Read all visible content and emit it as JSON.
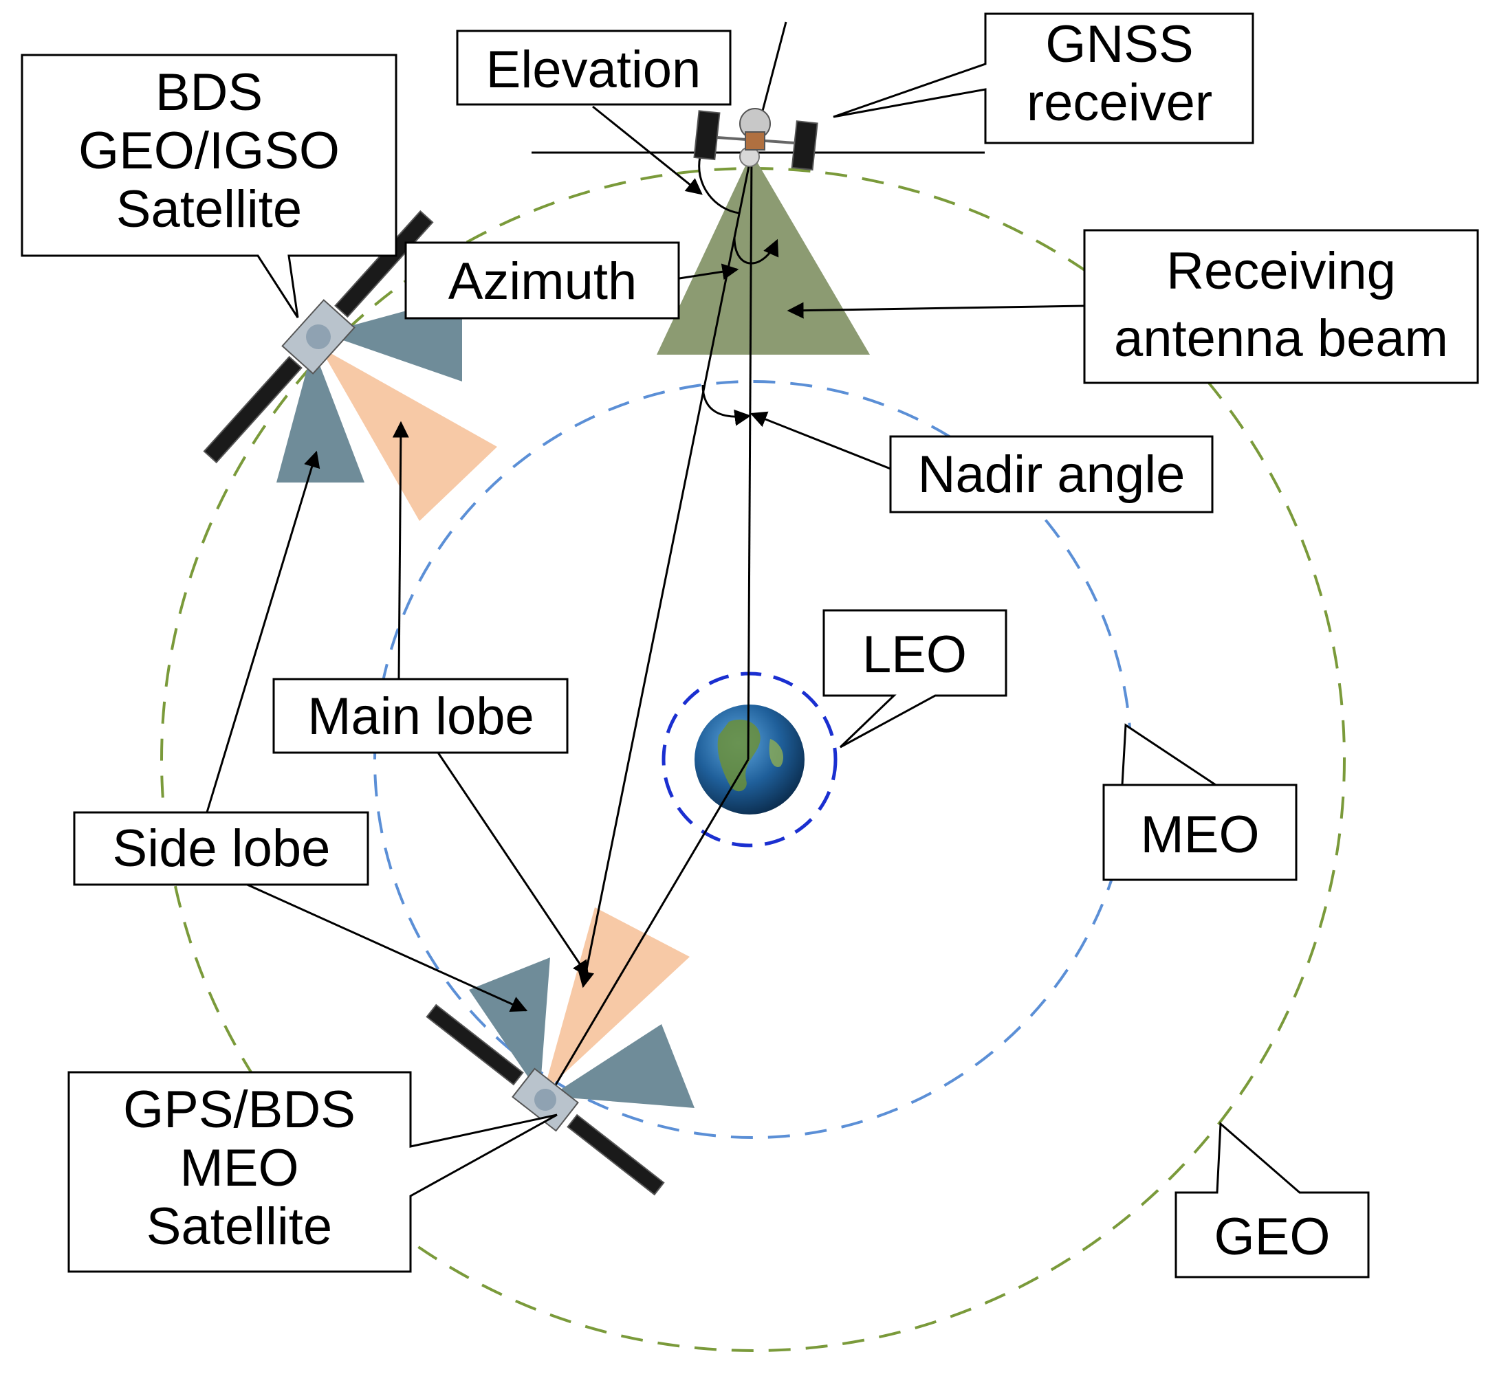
{
  "colors": {
    "geo_orbit": "#7a9a3a",
    "meo_orbit": "#5b8fd6",
    "leo_orbit": "#1a2fd0",
    "receiving_beam": "#8c9b72",
    "side_lobe": "#6f8c99",
    "main_lobe": "#f7c9a6",
    "earth_ocean": "#1f5f9a",
    "earth_land": "#6b8f3a"
  },
  "labels": {
    "bds_geo": [
      "BDS",
      "GEO/IGSO",
      "Satellite"
    ],
    "elevation": "Elevation",
    "gnss_receiver": [
      "GNSS",
      "receiver"
    ],
    "azimuth": "Azimuth",
    "receiving_beam": [
      "Receiving",
      "antenna beam"
    ],
    "nadir_angle": "Nadir angle",
    "leo": "LEO",
    "main_lobe": "Main lobe",
    "side_lobe": "Side lobe",
    "meo": "MEO",
    "gps_bds_meo": [
      "GPS/BDS",
      "MEO",
      "Satellite"
    ],
    "geo": "GEO"
  },
  "icons": [
    "satellite-icon",
    "earth-icon"
  ]
}
